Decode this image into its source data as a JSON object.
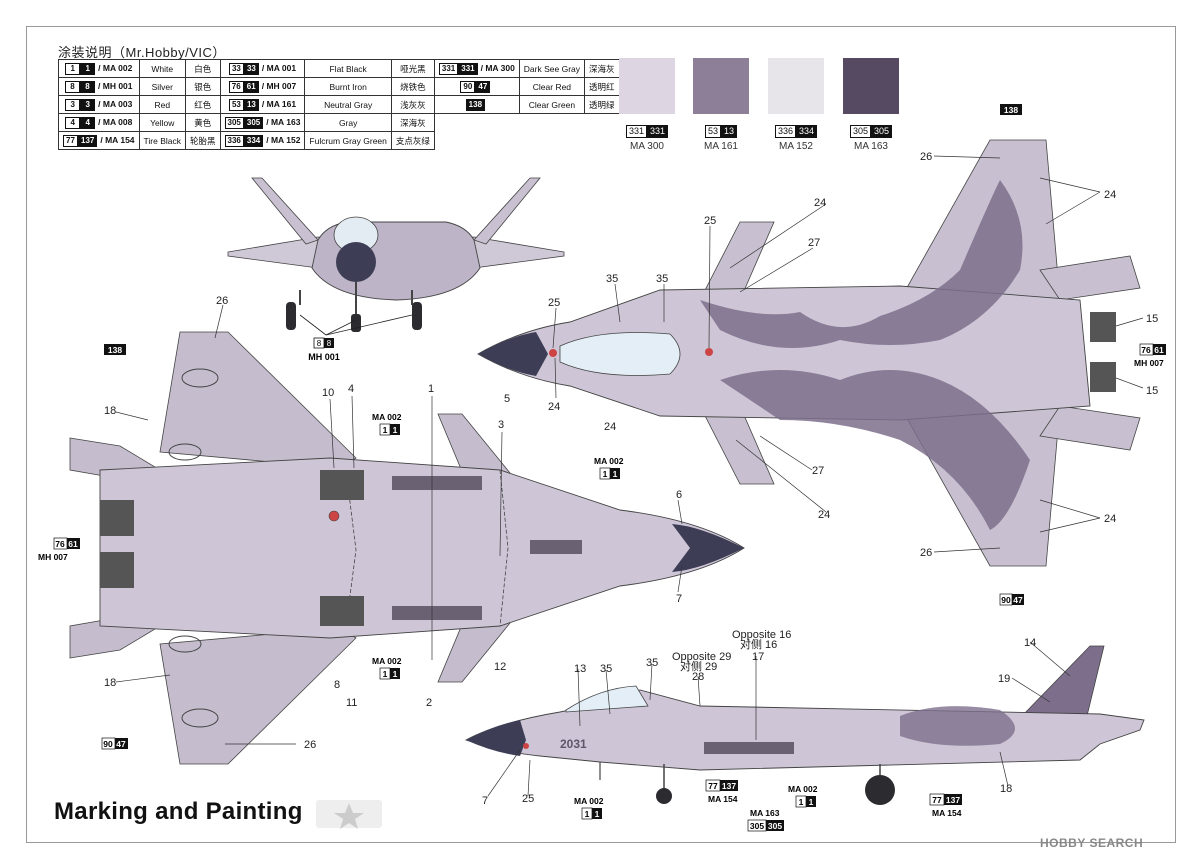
{
  "legend": {
    "title": "涂装说明（Mr.Hobby/VIC）",
    "rows": [
      [
        {
          "codes": [
            "1",
            "1"
          ],
          "ref": "/ MA 002",
          "en": "White",
          "cn": "白色"
        },
        {
          "codes": [
            "33",
            "33"
          ],
          "ref": "/ MA 001",
          "en": "Flat Black",
          "cn": "哑光黑"
        },
        {
          "codes": [
            "331",
            "331"
          ],
          "ref": "/ MA 300",
          "en": "Dark See Gray",
          "cn": "深海灰"
        }
      ],
      [
        {
          "codes": [
            "8",
            "8"
          ],
          "ref": "/ MH 001",
          "en": "Silver",
          "cn": "银色"
        },
        {
          "codes": [
            "76",
            "61"
          ],
          "ref": "/ MH 007",
          "en": "Burnt Iron",
          "cn": "烧铁色"
        },
        {
          "codes": [
            "90",
            "47"
          ],
          "ref": "",
          "en": "Clear Red",
          "cn": "透明红"
        }
      ],
      [
        {
          "codes": [
            "3",
            "3"
          ],
          "ref": "/ MA 003",
          "en": "Red",
          "cn": "红色"
        },
        {
          "codes": [
            "53",
            "13"
          ],
          "ref": "/ MA 161",
          "en": "Neutral Gray",
          "cn": "浅灰灰"
        },
        {
          "codes": [
            "138",
            ""
          ],
          "ref": "",
          "en": "Clear Green",
          "cn": "透明绿"
        }
      ],
      [
        {
          "codes": [
            "4",
            "4"
          ],
          "ref": "/ MA 008",
          "en": "Yellow",
          "cn": "黄色"
        },
        {
          "codes": [
            "305",
            "305"
          ],
          "ref": "/ MA 163",
          "en": "Gray",
          "cn": "深海灰"
        },
        null
      ],
      [
        {
          "codes": [
            "77",
            "137"
          ],
          "ref": "/ MA 154",
          "en": "Tire Black",
          "cn": "轮胎黑"
        },
        {
          "codes": [
            "336",
            "334"
          ],
          "ref": "/ MA 152",
          "en": "Fulcrum Gray Green",
          "cn": "支点灰绿"
        },
        null
      ]
    ]
  },
  "swatches": [
    {
      "color": "#ddd6e2",
      "codes": [
        "331",
        "331"
      ],
      "name": "MA 300"
    },
    {
      "color": "#8d7f97",
      "codes": [
        "53",
        "13"
      ],
      "name": "MA 161"
    },
    {
      "color": "#e7e5ea",
      "codes": [
        "336",
        "334"
      ],
      "name": "MA 152"
    },
    {
      "color": "#564a63",
      "codes": [
        "305",
        "305"
      ],
      "name": "MA 163"
    }
  ],
  "colors": {
    "light_camo": "#c8c0d0",
    "dark_camo": "#7d6f8c",
    "nose": "#3d3e56",
    "panel_line": "#5a5266",
    "canopy": "#e3eef6"
  },
  "callouts": {
    "n1": "1",
    "n2": "2",
    "n3": "3",
    "n4": "4",
    "n5": "5",
    "n6": "6",
    "n7": "7",
    "n8": "8",
    "n10": "10",
    "n11": "11",
    "n12": "12",
    "n13": "13",
    "n14": "14",
    "n15": "15",
    "n17": "17",
    "n18": "18",
    "n19": "19",
    "n24": "24",
    "n25": "25",
    "n26": "26",
    "n27": "27",
    "n28": "28",
    "n35": "35",
    "opp29_en": "Opposite 29",
    "opp29_cn": "对侧 29",
    "opp16_en": "Opposite 16",
    "opp16_cn": "对侧 16"
  },
  "paint_labels": {
    "ma002": "MA 002",
    "mh001": "MH 001",
    "mh007": "MH 007",
    "ma154": "MA 154",
    "ma163": "MA 163",
    "c1": "1",
    "c8": "8",
    "c76": "76",
    "c61": "61",
    "c138": "138",
    "c90": "90",
    "c47": "47",
    "c77": "77",
    "c137": "137",
    "c305": "305"
  },
  "serial": "2031",
  "footer": "Marking and Painting",
  "watermark": "HOBBY SEARCH"
}
